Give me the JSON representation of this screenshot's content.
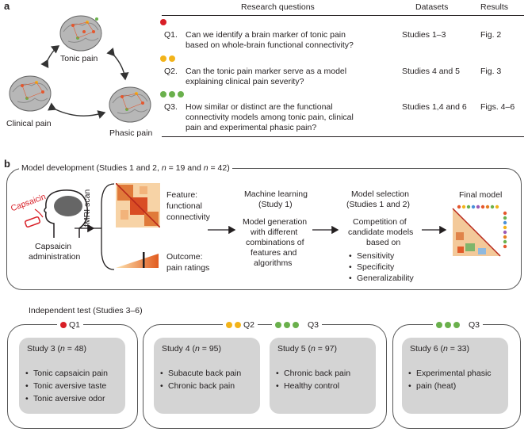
{
  "panel_a": {
    "letter": "a",
    "brain_labels": {
      "tonic": "Tonic pain",
      "clinical": "Clinical pain",
      "phasic": "Phasic pain"
    },
    "headers": {
      "questions": "Research questions",
      "datasets": "Datasets",
      "results": "Results"
    },
    "questions": [
      {
        "dots": [
          "#d81e26"
        ],
        "num": "Q1.",
        "lines": [
          "Can we identify a brain marker of tonic pain",
          "based on whole-brain functional connectivity?"
        ],
        "dataset": "Studies 1–3",
        "result": "Fig. 2"
      },
      {
        "dots": [
          "#f2b31a",
          "#f2b31a"
        ],
        "num": "Q2.",
        "lines": [
          "Can the tonic pain marker serve as a model",
          "explaining clinical pain severity?"
        ],
        "dataset": "Studies 4 and 5",
        "result": "Fig. 3"
      },
      {
        "dots": [
          "#6ab04c",
          "#6ab04c",
          "#6ab04c"
        ],
        "num": "Q3.",
        "lines": [
          "How similar or distinct are the functional",
          "connectivity models among tonic pain, clinical",
          "pain and experimental phasic pain?"
        ],
        "dataset": "Studies 1,4 and 6",
        "result": "Figs. 4–6"
      }
    ]
  },
  "panel_b": {
    "letter": "b",
    "model_dev": {
      "title_prefix": "Model development (Studies 1 and 2, ",
      "n1": "n",
      "eq1": " = 19 and ",
      "n2": "n",
      "eq2": " = 42)",
      "capsaicin": "Capsaicin",
      "admin_1": "Capsaicin",
      "admin_2": "administration",
      "fmri": "fMRI scan",
      "feature_1": "Feature:",
      "feature_2": "functional",
      "feature_3": "connectivity",
      "outcome_1": "Outcome:",
      "outcome_2": "pain ratings",
      "ml_1": "Machine learning",
      "ml_2": "(Study 1)",
      "mg": [
        "Model generation",
        "with different",
        "combinations of",
        "features and",
        "algorithms"
      ],
      "ms_1": "Model selection",
      "ms_2": "(Studies 1 and 2)",
      "comp": [
        "Competition of",
        "candidate models",
        "based on"
      ],
      "criteria": [
        "Sensitivity",
        "Specificity",
        "Generalizability"
      ],
      "final": "Final model"
    },
    "indep_title": "Independent test (Studies 3–6)",
    "groups": [
      {
        "q": "Q1",
        "dots": [
          "#d81e26"
        ]
      },
      {
        "q": "Q2",
        "dots": [
          "#f2b31a",
          "#f2b31a"
        ]
      },
      {
        "q": "Q3",
        "dots": [
          "#6ab04c",
          "#6ab04c",
          "#6ab04c"
        ]
      },
      {
        "q": "Q3",
        "dots": [
          "#6ab04c",
          "#6ab04c",
          "#6ab04c"
        ]
      }
    ],
    "studies": [
      {
        "pre": "Study 3 (",
        "n": "n",
        "post": " = 48)",
        "items": [
          "Tonic capsaicin pain",
          "Tonic aversive taste",
          "Tonic aversive odor"
        ]
      },
      {
        "pre": "Study 4 (",
        "n": "n",
        "post": " = 95)",
        "items": [
          "Subacute back pain",
          "Chronic back pain"
        ]
      },
      {
        "pre": "Study 5 (",
        "n": "n",
        "post": " = 97)",
        "items": [
          "Chronic back pain",
          "Healthy control"
        ]
      },
      {
        "pre": "Study 6 (",
        "n": "n",
        "post": " = 33)",
        "items": [
          "Experimental phasic",
          "pain (heat)"
        ]
      }
    ]
  },
  "colors": {
    "red": "#d81e26",
    "yellow": "#f2b31a",
    "green": "#6ab04c",
    "box_grey": "#d4d4d4",
    "frame": "#555555"
  }
}
